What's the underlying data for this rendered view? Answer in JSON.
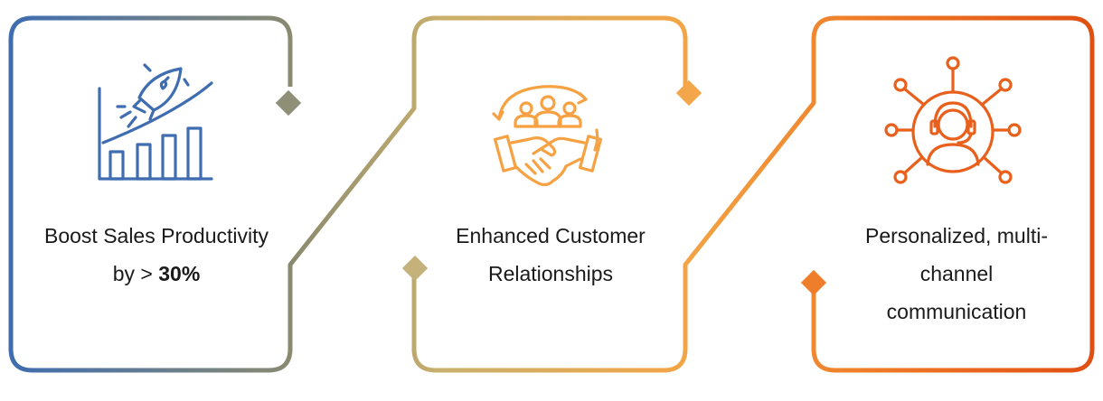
{
  "colors": {
    "blue": "#3f6db0",
    "olive": "#8a8a70",
    "gold": "#d9b96a",
    "orange": "#f6a142",
    "deep_orange": "#e85a16"
  },
  "cards": [
    {
      "line1": "Boost Sales Productivity",
      "line2_prefix": "by > ",
      "line2_bold": "30%",
      "icon": "rocket-growth-chart-icon"
    },
    {
      "line1": "Enhanced Customer",
      "line2": "Relationships",
      "icon": "handshake-team-icon"
    },
    {
      "line1": "Personalized, multi-",
      "line2": "channel",
      "line3": "communication",
      "icon": "customer-support-network-icon"
    }
  ]
}
